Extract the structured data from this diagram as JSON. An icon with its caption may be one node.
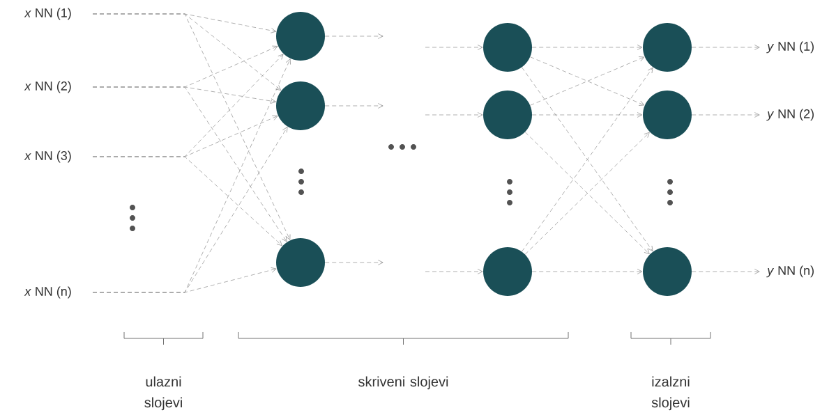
{
  "diagram": {
    "nodes": [
      {
        "text": [
          "*x* NN (1)"
        ]
      },
      {
        "text": [
          "*x* NN (2)"
        ]
      },
      {
        "text": [
          "*x* NN (3)"
        ]
      },
      {
        "text": [
          "*x* NN (n)"
        ]
      },
      {
        "text": [],
        "shape": "circle"
      },
      {
        "text": [],
        "shape": "circle"
      },
      {
        "text": [],
        "shape": "circle"
      },
      {
        "text": [],
        "shape": "circle"
      },
      {
        "text": [],
        "shape": "circle"
      },
      {
        "text": [],
        "shape": "circle"
      },
      {
        "text": [],
        "shape": "circle"
      },
      {
        "text": [],
        "shape": "circle"
      },
      {
        "text": [],
        "shape": "circle"
      },
      {
        "text": [
          "*y* NN (1)"
        ]
      },
      {
        "text": [
          "*y* NN (2)"
        ]
      },
      {
        "text": [
          "*y* NN (n)"
        ]
      }
    ],
    "edges": [
      {
        "from": 0,
        "to": 4,
        "arrow": "to"
      },
      {
        "from": 0,
        "to": 5,
        "arrow": "to"
      },
      {
        "from": 0,
        "to": 6,
        "arrow": "to"
      },
      {
        "from": 1,
        "to": 4,
        "arrow": "to"
      },
      {
        "from": 1,
        "to": 5,
        "arrow": "to"
      },
      {
        "from": 1,
        "to": 6,
        "arrow": "to"
      },
      {
        "from": 2,
        "to": 4,
        "arrow": "to"
      },
      {
        "from": 2,
        "to": 5,
        "arrow": "to"
      },
      {
        "from": 2,
        "to": 6,
        "arrow": "to"
      },
      {
        "from": 3,
        "to": 4,
        "arrow": "to"
      },
      {
        "from": 3,
        "to": 5,
        "arrow": "to"
      },
      {
        "from": 3,
        "to": 6,
        "arrow": "to"
      },
      {
        "from": 4,
        "to": null,
        "arrow": "to"
      },
      {
        "from": 5,
        "to": null,
        "arrow": "to"
      },
      {
        "from": 6,
        "to": null,
        "arrow": "to"
      },
      {
        "from": null,
        "to": 7,
        "arrow": "to"
      },
      {
        "from": null,
        "to": 8,
        "arrow": "to"
      },
      {
        "from": null,
        "to": 9,
        "arrow": "to"
      },
      {
        "from": 7,
        "to": 10,
        "arrow": "to"
      },
      {
        "from": 7,
        "to": 11,
        "arrow": "to"
      },
      {
        "from": 7,
        "to": 12,
        "arrow": "to"
      },
      {
        "from": 8,
        "to": 10,
        "arrow": "to"
      },
      {
        "from": 8,
        "to": 11,
        "arrow": "to"
      },
      {
        "from": 8,
        "to": 12,
        "arrow": "to"
      },
      {
        "from": 9,
        "to": 10,
        "arrow": "to"
      },
      {
        "from": 9,
        "to": 11,
        "arrow": "to"
      },
      {
        "from": 9,
        "to": 12,
        "arrow": "to"
      },
      {
        "from": 10,
        "to": 13,
        "arrow": "to"
      },
      {
        "from": 11,
        "to": 14,
        "arrow": "to"
      },
      {
        "from": 12,
        "to": 15,
        "arrow": "to"
      }
    ],
    "labels": [
      "ulazni slojevi",
      "skriveni slojevi",
      "izalzni slojevi"
    ]
  }
}
